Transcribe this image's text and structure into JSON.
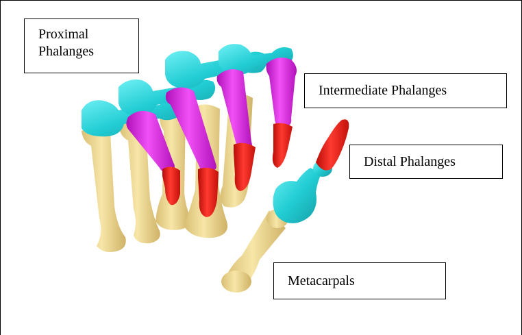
{
  "labels": {
    "proximal_line1": "Proximal",
    "proximal_line2": "Phalanges",
    "intermediate": "Intermediate Phalanges",
    "distal": "Distal Phalanges",
    "metacarpals": "Metacarpals"
  },
  "colors": {
    "metacarpal": "#f2dc96",
    "proximal_phalanx": "#25cfd6",
    "intermediate_phalanx": "#e01fe6",
    "distal_phalanx": "#ee1b12",
    "outline": "#000000"
  }
}
